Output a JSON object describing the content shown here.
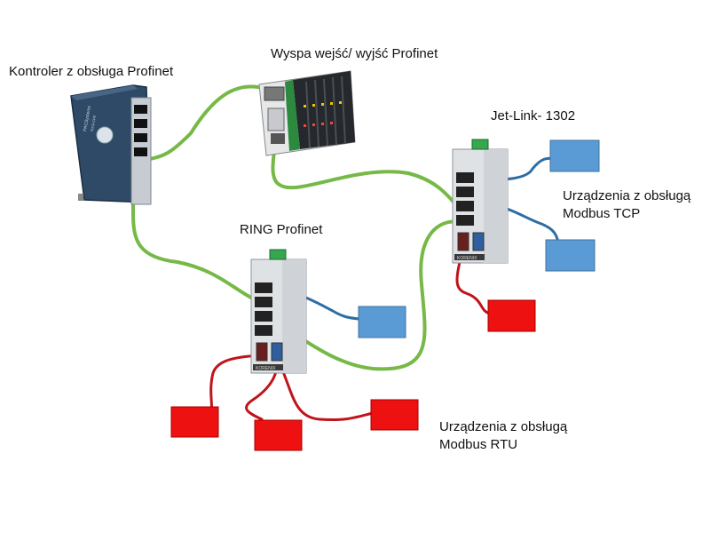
{
  "labels": {
    "controller": "Kontroler z obsługa Profinet",
    "io_island": "Wyspa wejść/ wyjść Profinet",
    "jetlink": "Jet-Link- 1302",
    "ring": "RING Profinet",
    "tcp_line1": "Urządzenia z obsługą",
    "tcp_line2": "Modbus TCP",
    "rtu_line1": "Urządzenia z obsługą",
    "rtu_line2": "Modbus RTU"
  },
  "device_text": {
    "controller_brand": "PACSystems",
    "controller_model": "RX3i-CPE",
    "switch_brand": "KORENIX"
  },
  "colors": {
    "profinet_cable": "#76b947",
    "tcp_cable": "#2e6da4",
    "rtu_cable": "#c0141a",
    "tcp_device": "#5b9bd5",
    "rtu_device": "#ee1111",
    "controller_body": "#2f4a66"
  },
  "nodes": [
    {
      "id": "controller",
      "type": "Profinet controller"
    },
    {
      "id": "io_island",
      "type": "Profinet I/O island"
    },
    {
      "id": "jetlink",
      "type": "gateway"
    },
    {
      "id": "ring",
      "type": "gateway"
    },
    {
      "id": "tcp_dev_1",
      "type": "Modbus TCP device"
    },
    {
      "id": "tcp_dev_2",
      "type": "Modbus TCP device"
    },
    {
      "id": "rtu_dev_1",
      "type": "Modbus RTU device"
    },
    {
      "id": "rtu_dev_2",
      "type": "Modbus RTU device"
    },
    {
      "id": "rtu_dev_3",
      "type": "Modbus RTU device"
    },
    {
      "id": "rtu_dev_4",
      "type": "Modbus RTU device"
    }
  ],
  "links": [
    {
      "from": "controller",
      "to": "io_island",
      "kind": "profinet"
    },
    {
      "from": "io_island",
      "to": "jetlink",
      "kind": "profinet"
    },
    {
      "from": "jetlink",
      "to": "ring",
      "kind": "profinet"
    },
    {
      "from": "ring",
      "to": "controller",
      "kind": "profinet"
    },
    {
      "from": "jetlink",
      "to": "tcp_dev_1",
      "kind": "modbus-tcp"
    },
    {
      "from": "jetlink",
      "to": "tcp_dev_2",
      "kind": "modbus-tcp"
    },
    {
      "from": "ring",
      "to": "tcp_dev_3",
      "kind": "modbus-tcp"
    },
    {
      "from": "jetlink",
      "to": "rtu_dev_1",
      "kind": "modbus-rtu"
    },
    {
      "from": "ring",
      "to": "rtu_dev_2",
      "kind": "modbus-rtu"
    },
    {
      "from": "ring",
      "to": "rtu_dev_3",
      "kind": "modbus-rtu"
    },
    {
      "from": "ring",
      "to": "rtu_dev_4",
      "kind": "modbus-rtu"
    }
  ]
}
